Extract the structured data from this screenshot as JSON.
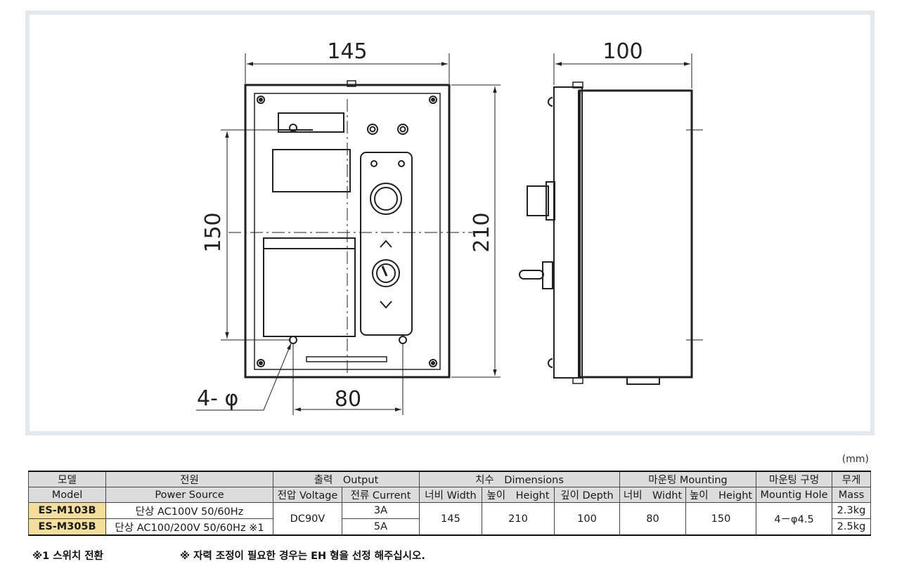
{
  "dimensions": {
    "front_width": "145",
    "front_height_total": "210",
    "mount_height": "150",
    "mount_width": "80",
    "hole_label": "4- φ",
    "side_depth": "100"
  },
  "table": {
    "unit": "(mm)",
    "headers": {
      "model_kr": "모델",
      "model_en": "Model",
      "power_kr": "전원",
      "power_en": "Power Source",
      "output": "출력　Output",
      "voltage": "전압 Voltage",
      "current": "전류 Current",
      "dimensions": "치수　Dimensions",
      "width": "너비 Width",
      "height": "높이　Height",
      "depth": "깊이 Depth",
      "mounting": "마운팅 Mounting",
      "m_width": "너비　Widht",
      "m_height": "높이　Height",
      "hole_kr": "마운팅 구멍",
      "hole_en": "Mountig Hole",
      "mass_kr": "무게",
      "mass_en": "Mass"
    },
    "rows": [
      {
        "model": "ES-M103B",
        "power": "단상 AC100V 50/60Hz",
        "current": "3A",
        "mass": "2.3kg"
      },
      {
        "model": "ES-M305B",
        "power": "단상 AC100/200V 50/60Hz ※1",
        "current": "5A",
        "mass": "2.5kg"
      }
    ],
    "shared": {
      "voltage": "DC90V",
      "width": "145",
      "height": "210",
      "depth": "100",
      "m_width": "80",
      "m_height": "150",
      "hole": "4－φ4.5"
    }
  },
  "footnotes": {
    "note1": "※1 스위치 전환",
    "note2": "※ 자력 조정이 필요한 경우는 EH 형을 선정 해주십시오."
  }
}
